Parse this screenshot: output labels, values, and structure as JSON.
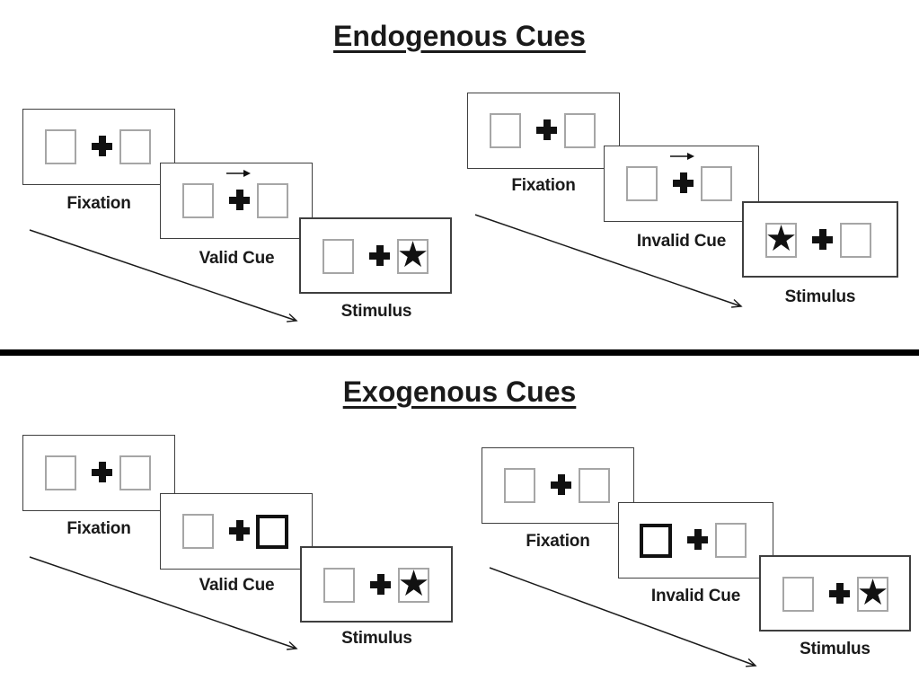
{
  "colors": {
    "ink": "#1a1a1a",
    "panel_border": "#3f3f3f",
    "square_border_gray": "#a6a6a6",
    "cue_box_black": "#111111",
    "divider_black": "#000000",
    "background": "#ffffff"
  },
  "glyphs": {
    "star": "★"
  },
  "sections": [
    {
      "title": "Endogenous Cues",
      "sequences": [
        {
          "name": "endogenous-valid",
          "cue_kind": "central-arrow-pointing-right",
          "stimulus_side": "right",
          "panels": [
            {
              "label": "Fixation"
            },
            {
              "label": "Valid Cue"
            },
            {
              "label": "Stimulus"
            }
          ]
        },
        {
          "name": "endogenous-invalid",
          "cue_kind": "central-arrow-pointing-right",
          "stimulus_side": "left",
          "panels": [
            {
              "label": "Fixation"
            },
            {
              "label": "Invalid Cue"
            },
            {
              "label": "Stimulus"
            }
          ]
        }
      ]
    },
    {
      "title": "Exogenous Cues",
      "sequences": [
        {
          "name": "exogenous-valid",
          "cue_kind": "peripheral-bold-box",
          "cue_side": "right",
          "stimulus_side": "right",
          "panels": [
            {
              "label": "Fixation"
            },
            {
              "label": "Valid Cue"
            },
            {
              "label": "Stimulus"
            }
          ]
        },
        {
          "name": "exogenous-invalid",
          "cue_kind": "peripheral-bold-box",
          "cue_side": "left",
          "stimulus_side": "right",
          "panels": [
            {
              "label": "Fixation"
            },
            {
              "label": "Invalid Cue"
            },
            {
              "label": "Stimulus"
            }
          ]
        }
      ]
    }
  ]
}
